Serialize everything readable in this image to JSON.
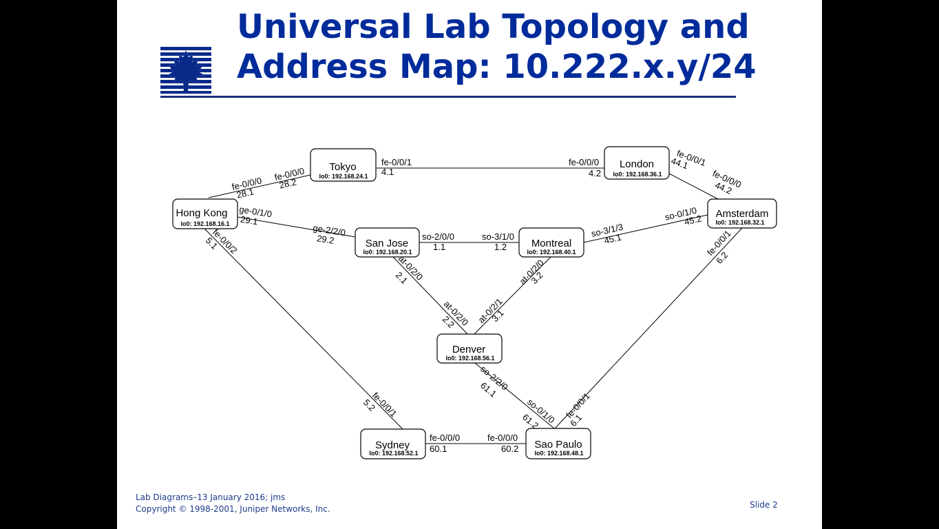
{
  "title": {
    "line1": "Universal Lab Topology and",
    "line2": "Address Map: 10.222.x.y/24"
  },
  "logo": {
    "icon": "maple-leaf-logo-icon",
    "color": "#0a2a8a"
  },
  "colors": {
    "title": "#002b9a",
    "footer": "#1a3a8a",
    "background": "#000000",
    "slide": "#ffffff"
  },
  "nodes": [
    {
      "id": "tokyo",
      "name": "Tokyo",
      "loopback": "lo0: 192.168.24.1"
    },
    {
      "id": "london",
      "name": "London",
      "loopback": "lo0: 192.168.36.1"
    },
    {
      "id": "hongkong",
      "name": "Hong  Kong",
      "loopback": "lo0: 192.168.16.1"
    },
    {
      "id": "amsterdam",
      "name": "Amsterdam",
      "loopback": "lo0: 192.168.32.1"
    },
    {
      "id": "sanjose",
      "name": "San Jose",
      "loopback": "lo0: 192.168.20.1"
    },
    {
      "id": "montreal",
      "name": "Montreal",
      "loopback": "lo0: 192.168.40.1"
    },
    {
      "id": "denver",
      "name": "Denver",
      "loopback": "lo0: 192.168.56.1"
    },
    {
      "id": "sydney",
      "name": "Sydney",
      "loopback": "lo0: 192.168.52.1"
    },
    {
      "id": "saopaulo",
      "name": "Sao Paulo",
      "loopback": "lo0: 192.168.48.1"
    }
  ],
  "links": [
    {
      "from": "hongkong",
      "to": "tokyo"
    },
    {
      "from": "tokyo",
      "to": "london"
    },
    {
      "from": "london",
      "to": "amsterdam"
    },
    {
      "from": "hongkong",
      "to": "sanjose"
    },
    {
      "from": "sanjose",
      "to": "montreal"
    },
    {
      "from": "montreal",
      "to": "amsterdam"
    },
    {
      "from": "sanjose",
      "to": "denver"
    },
    {
      "from": "montreal",
      "to": "denver"
    },
    {
      "from": "hongkong",
      "to": "sydney"
    },
    {
      "from": "denver",
      "to": "saopaulo"
    },
    {
      "from": "amsterdam",
      "to": "saopaulo"
    },
    {
      "from": "sydney",
      "to": "saopaulo"
    }
  ],
  "port_labels": [
    {
      "iface": "fe-0/0/0",
      "addr": "28.1"
    },
    {
      "iface": "fe-0/0/0",
      "addr": "28.2"
    },
    {
      "iface": "fe-0/0/1",
      "addr": "4.1"
    },
    {
      "iface": "fe-0/0/0",
      "addr": "4.2"
    },
    {
      "iface": "fe-0/0/1",
      "addr": "44.1"
    },
    {
      "iface": "fe-0/0/0",
      "addr": "44.2"
    },
    {
      "iface": "ge-0/1/0",
      "addr": "29.1"
    },
    {
      "iface": "ge-2/2/0",
      "addr": "29.2"
    },
    {
      "iface": "so-2/0/0",
      "addr": "1.1"
    },
    {
      "iface": "so-3/1/0",
      "addr": "1.2"
    },
    {
      "iface": "so-3/1/3",
      "addr": "45.1"
    },
    {
      "iface": "so-0/1/0",
      "addr": "45.2"
    },
    {
      "iface": "fe-0/0/2",
      "addr": "5.1"
    },
    {
      "iface": "fe-0/0/1",
      "addr": "5.2"
    },
    {
      "iface": "at-0/2/0",
      "addr": "2.1"
    },
    {
      "iface": "at-0/2/0",
      "addr": "2.2"
    },
    {
      "iface": "at-0/2/0",
      "addr": "3.2"
    },
    {
      "iface": "at-0/2/1",
      "addr": "3.1"
    },
    {
      "iface": "fe-0/0/1",
      "addr": "6.2"
    },
    {
      "iface": "fe-0/0/1",
      "addr": "6.1"
    },
    {
      "iface": "so-2/2/0",
      "addr": "61.1"
    },
    {
      "iface": "so-0/1/0",
      "addr": "61.2"
    },
    {
      "iface": "fe-0/0/0",
      "addr": "60.1"
    },
    {
      "iface": "fe-0/0/0",
      "addr": "60.2"
    }
  ],
  "footer": {
    "line1": "Lab Diagrams–13 January 2016; jms",
    "line2": "Copyright © 1998-2001, Juniper Networks, Inc."
  },
  "slide_number": "Slide  2"
}
